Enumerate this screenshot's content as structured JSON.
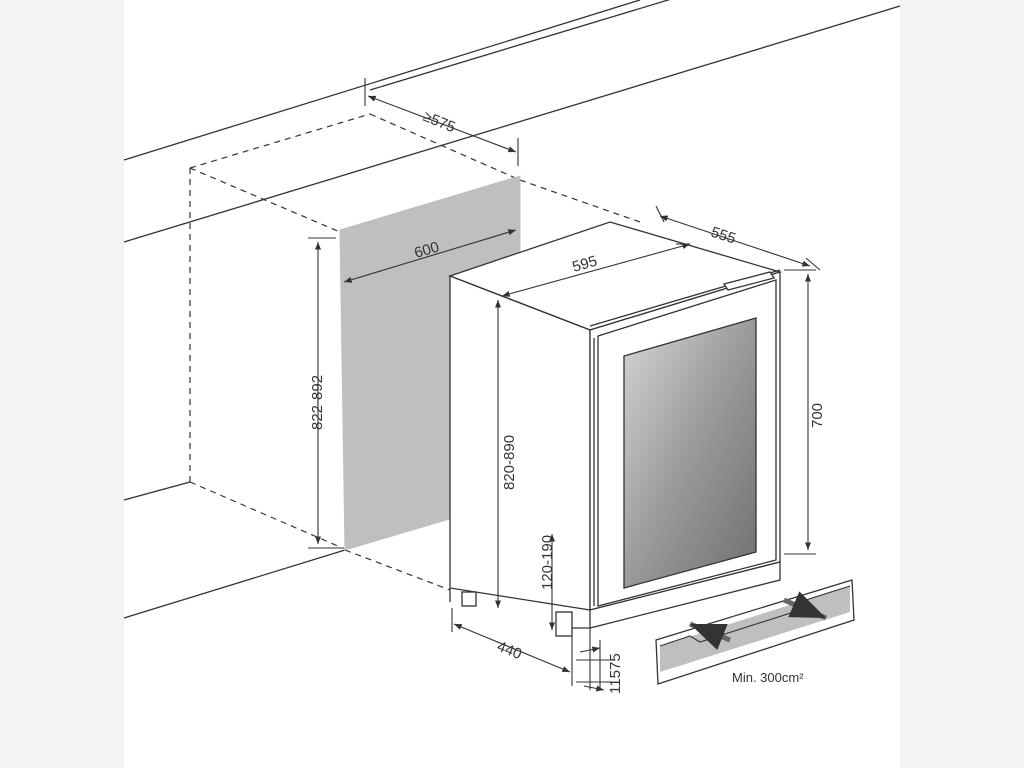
{
  "dimensions": {
    "niche_depth": "≥575",
    "niche_width": "600",
    "niche_height": "822-892",
    "unit_width": "595",
    "unit_depth": "555",
    "unit_height_total": "820-890",
    "cabinet_height": "700",
    "feet_height": "120-190",
    "foot_depth": "440",
    "door_offset": "75",
    "front_offset": "115"
  },
  "vent_note": "Min. 300cm²",
  "colors": {
    "line": "#333333",
    "cutout": "#bfbfbf",
    "glass": "#9a9a9a",
    "side_panel": "#f3f3f3"
  }
}
